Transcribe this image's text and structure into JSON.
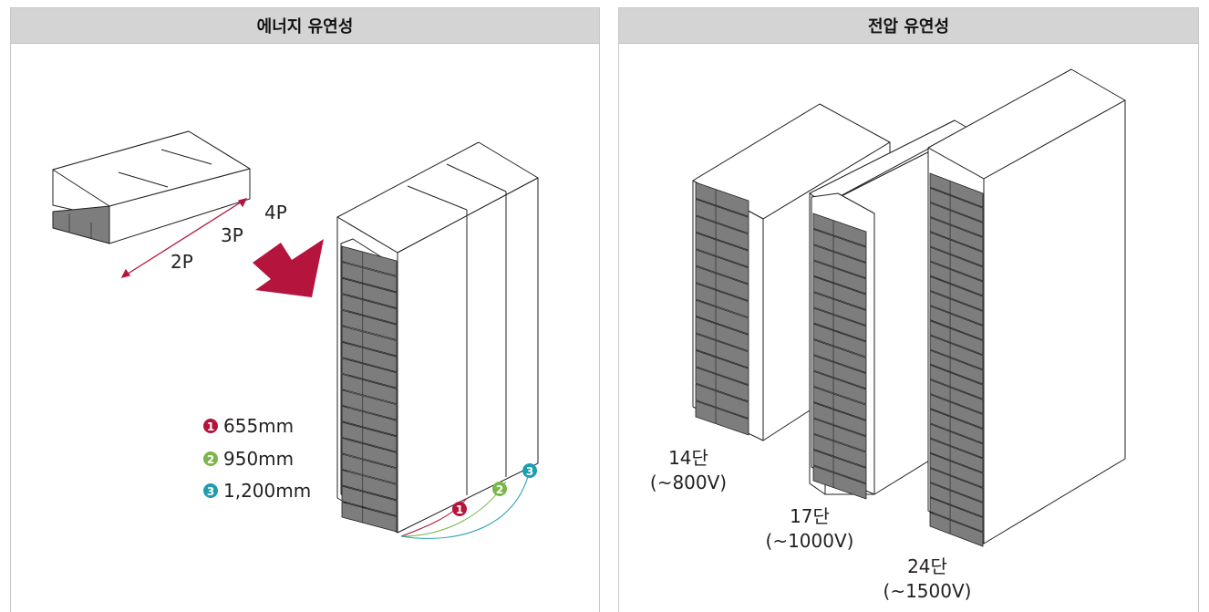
{
  "panels": {
    "left": {
      "title": "에너지 유연성",
      "module_labels": [
        "4P",
        "3P",
        "2P"
      ],
      "legend": [
        {
          "num": "1",
          "text": "655mm",
          "color": "#b5153d"
        },
        {
          "num": "2",
          "text": "950mm",
          "color": "#7ab648"
        },
        {
          "num": "3",
          "text": "1,200mm",
          "color": "#1e9db0"
        }
      ],
      "arrow_color": "#b5153d"
    },
    "right": {
      "title": "전압 유연성",
      "racks": [
        {
          "stages": "14단",
          "voltage": "(~800V)"
        },
        {
          "stages": "17단",
          "voltage": "(~1000V)"
        },
        {
          "stages": "24단",
          "voltage": "(~1500V)"
        }
      ]
    }
  },
  "colors": {
    "module_fill": "#7d7d7d",
    "module_dark": "#5f5f5f",
    "line": "#231f20"
  }
}
